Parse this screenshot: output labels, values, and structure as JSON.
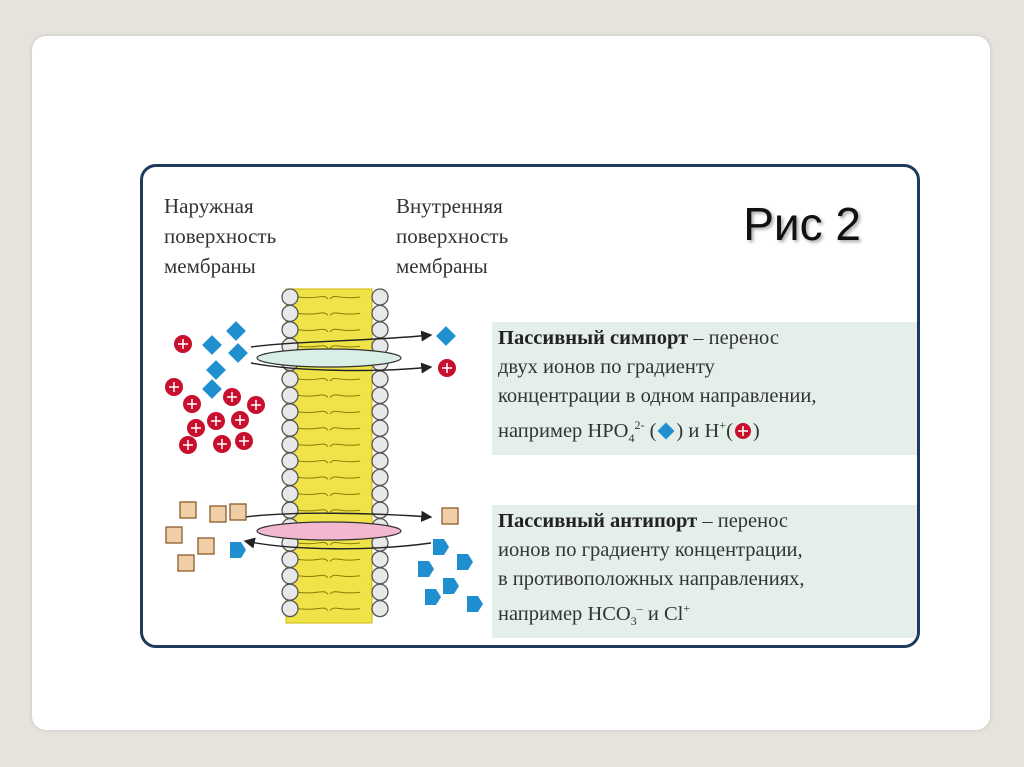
{
  "figure_label": "Рис 2",
  "outer_surface_label": "Наружная\nповерхность\nмембраны",
  "inner_surface_label": "Внутренняя\nповерхность\nмембраны",
  "symport": {
    "title": "Пассивный симпорт",
    "line1_rest": " – перенос",
    "line2": "двух ионов по градиенту",
    "line3": "концентрации в одном направлении,",
    "example_prefix": "например ",
    "ion1_base": "HPO",
    "ion1_sub": "4",
    "ion1_sup": "2-",
    "open_paren": " (",
    "close_paren": ")",
    "conj": " и ",
    "ion2_base": "H",
    "ion2_sup": "+",
    "open_paren2": "(",
    "close_paren2": ")"
  },
  "antiport": {
    "title": "Пассивный антипорт",
    "line1_rest": " – перенос",
    "line2": "ионов по градиенту концентрации,",
    "line3": "в противоположных направлениях,",
    "example_prefix": "например ",
    "ion1_base": "HCO",
    "ion1_sub": "3",
    "ion1_sup": "–",
    "conj": " и ",
    "ion2_base": "Cl",
    "ion2_sup": "+"
  },
  "colors": {
    "frame": "#1e3a5f",
    "membrane": "#f0e34a",
    "head": "#e8e8e8",
    "blue_ion": "#1f8fd0",
    "red_ion": "#c8102e",
    "tan_ion": "#f1cfa6",
    "symport_channel": "#d9eee6",
    "antiport_channel": "#f2b8d0",
    "desc_bg": "#e4efe9"
  },
  "icons": [
    "blue-diamond-ion-icon",
    "red-plus-ion-icon",
    "tan-square-ion-icon",
    "blue-pentagon-ion-icon"
  ]
}
